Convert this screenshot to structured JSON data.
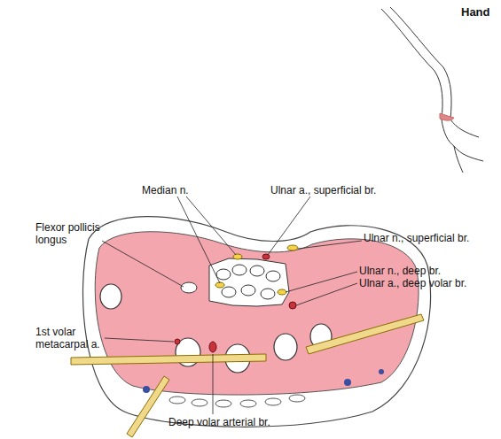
{
  "diagram": {
    "title": "Hand",
    "labels": [
      "Median n.",
      "Ulnar a., superficial br.",
      "Flexor pollicis longus",
      "Ulnar n., superficial br.",
      "Ulnar n., deep br.",
      "Ulnar a., deep volar br.",
      "1st volar metacarpal a.",
      "Deep volar arterial br."
    ]
  }
}
